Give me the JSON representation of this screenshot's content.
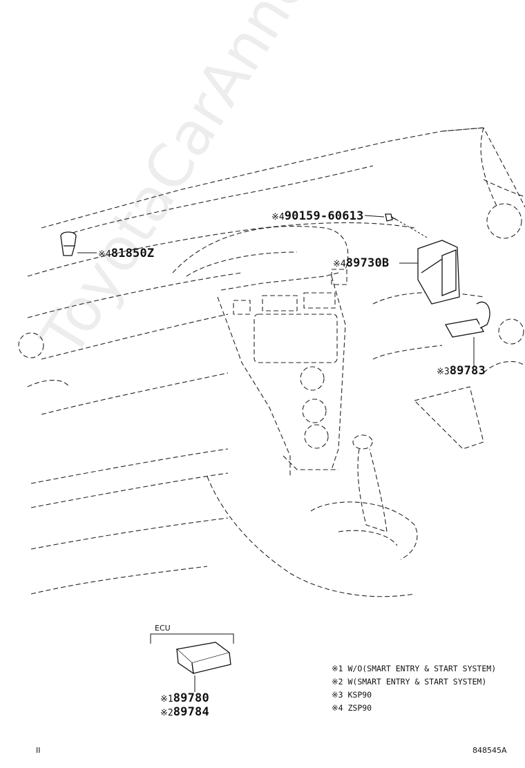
{
  "watermark": "ToyotaCarAnne.ru",
  "callouts": [
    {
      "id": "bolt",
      "prefix": "※4",
      "part": "90159-60613"
    },
    {
      "id": "sensor",
      "prefix": "※4",
      "part": "81850Z"
    },
    {
      "id": "receiver",
      "prefix": "※4",
      "part": "89730B"
    },
    {
      "id": "keysensor",
      "prefix": "※3",
      "part": "89783"
    },
    {
      "id": "ecu1",
      "prefix": "※1",
      "part": "89780"
    },
    {
      "id": "ecu2",
      "prefix": "※2",
      "part": "89784"
    }
  ],
  "ecu_group_label": "ECU",
  "notes": [
    "※1 W/O(SMART ENTRY & START SYSTEM)",
    "※2 W(SMART ENTRY & START SYSTEM)",
    "※3 KSP90",
    "※4 ZSP90"
  ],
  "footer_left": "II",
  "footer_right": "848545A"
}
